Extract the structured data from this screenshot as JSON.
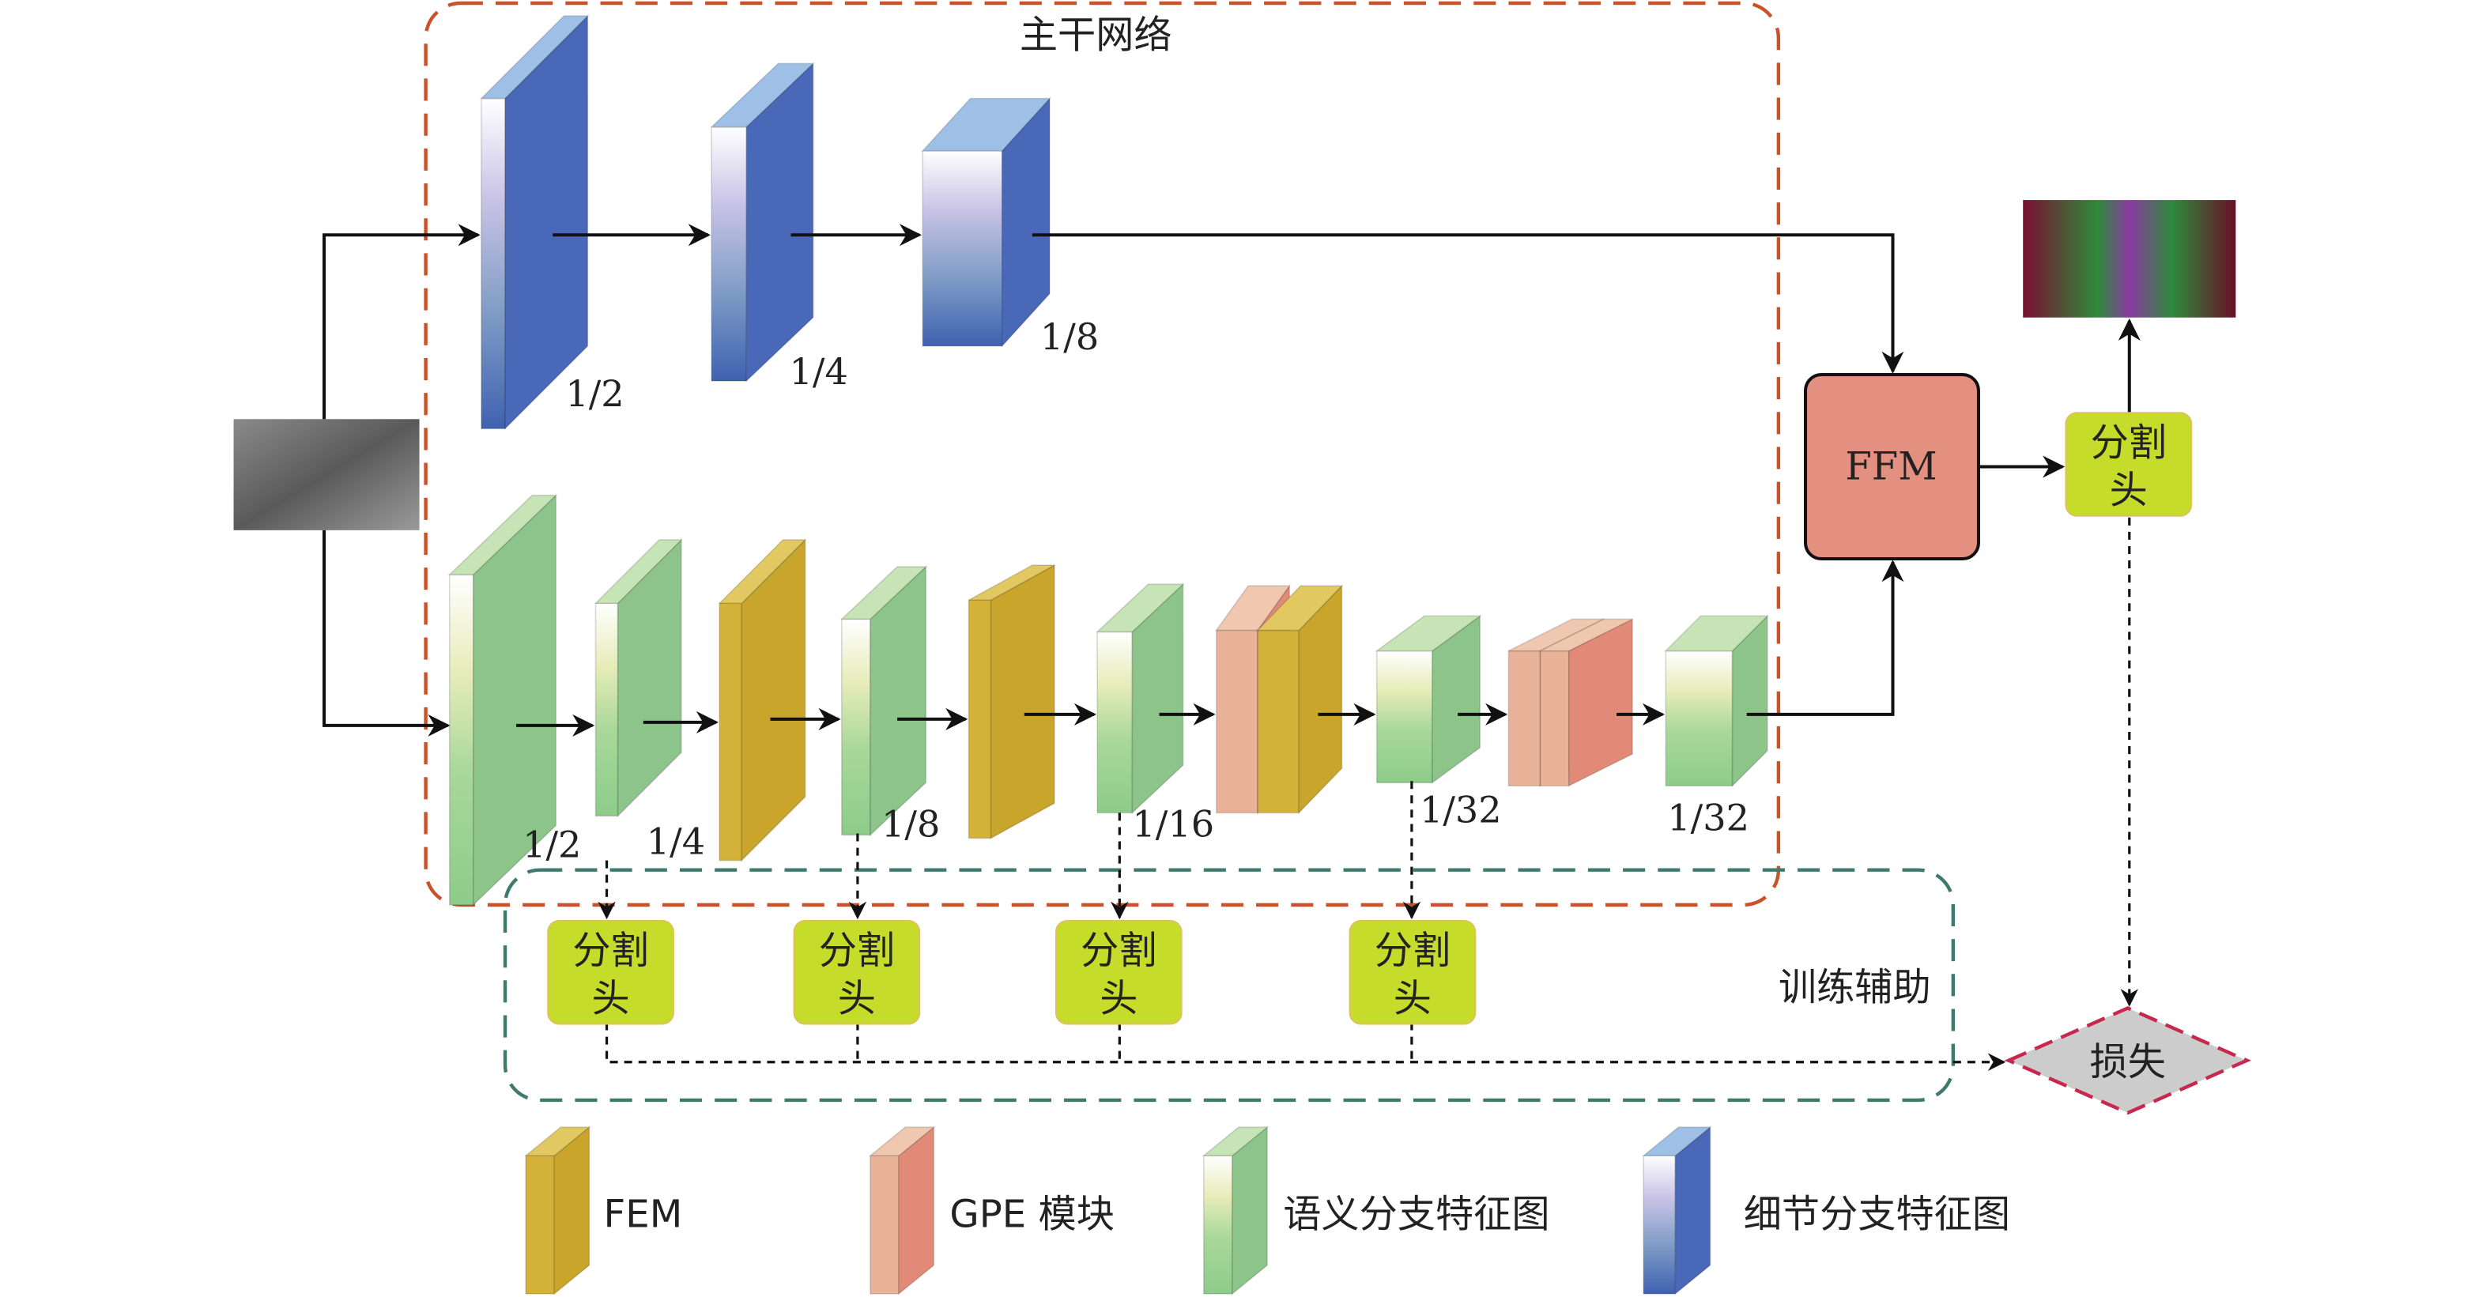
{
  "backbone": {
    "title": "主干网络"
  },
  "training": {
    "title": "训练辅助"
  },
  "detail_branch": {
    "scales": [
      "1/2",
      "1/4",
      "1/8"
    ]
  },
  "semantic_branch": {
    "scales": [
      "1/2",
      "1/4",
      "1/8",
      "1/16",
      "1/32",
      "1/32"
    ]
  },
  "ffm": {
    "label": "FFM"
  },
  "seg_head": {
    "label_line1": "分割",
    "label_line2": "头"
  },
  "loss": {
    "label": "损失"
  },
  "legend": [
    {
      "label": "FEM"
    },
    {
      "label": "GPE 模块"
    },
    {
      "label": "语义分支特征图"
    },
    {
      "label": "细节分支特征图"
    }
  ],
  "colors": {
    "detail_side": "#4a68b8",
    "semantic_side": "#8cc48a",
    "fem": "#d4b23a",
    "gpe": "#e8b399",
    "ffm": "#e39080",
    "seg_head": "#c5dc2a",
    "loss": "#cccccc",
    "backbone_border": "#c8532b",
    "training_border": "#3e7a6e"
  }
}
